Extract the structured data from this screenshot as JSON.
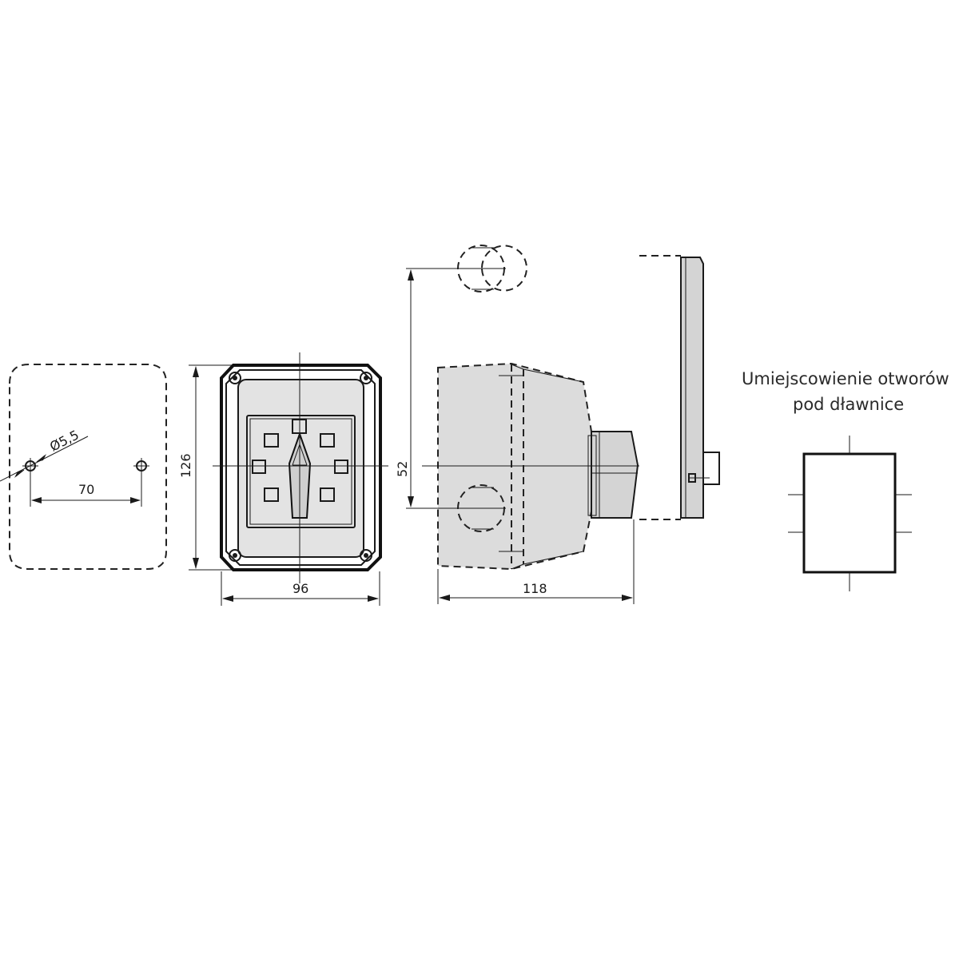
{
  "dimensions": {
    "hole_diameter": "Ø5,5",
    "hole_spacing": "70",
    "height": "126",
    "width": "96",
    "gland_spacing": "52",
    "depth": "118"
  },
  "caption": {
    "line1": "Umiejscowienie otworów",
    "line2": "pod dławnice"
  },
  "colors": {
    "body_fill": "#dcdcdc",
    "front_face": "#e3e3e3",
    "lines": "#1a1a1a"
  }
}
